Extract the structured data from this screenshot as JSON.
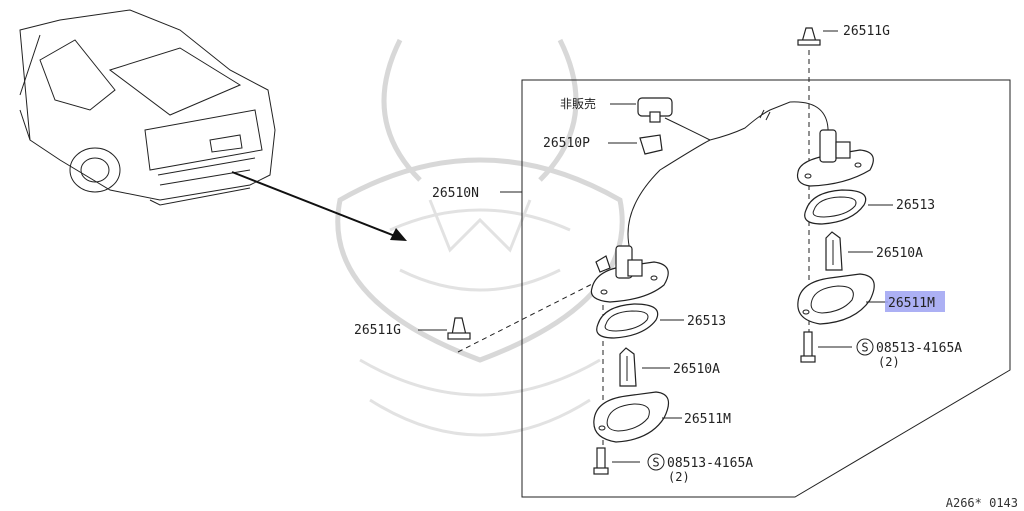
{
  "labels": {
    "top_clip": "26511G",
    "not_sold": "非販売",
    "grommet": "26510P",
    "harness": "26510N",
    "gasket_right": "26513",
    "bulb_right": "26510A",
    "lens_right": "26511M",
    "screw_right": "08513-4165A",
    "screw_right_qty": "(2)",
    "left_clip": "26511G",
    "gasket_left": "26513",
    "bulb_left": "26510A",
    "lens_left": "26511M",
    "screw_left": "08513-4165A",
    "screw_left_qty": "(2)",
    "s_symbol": "S",
    "reference": "A266* 0143"
  },
  "highlight_color": "#9da2f2"
}
